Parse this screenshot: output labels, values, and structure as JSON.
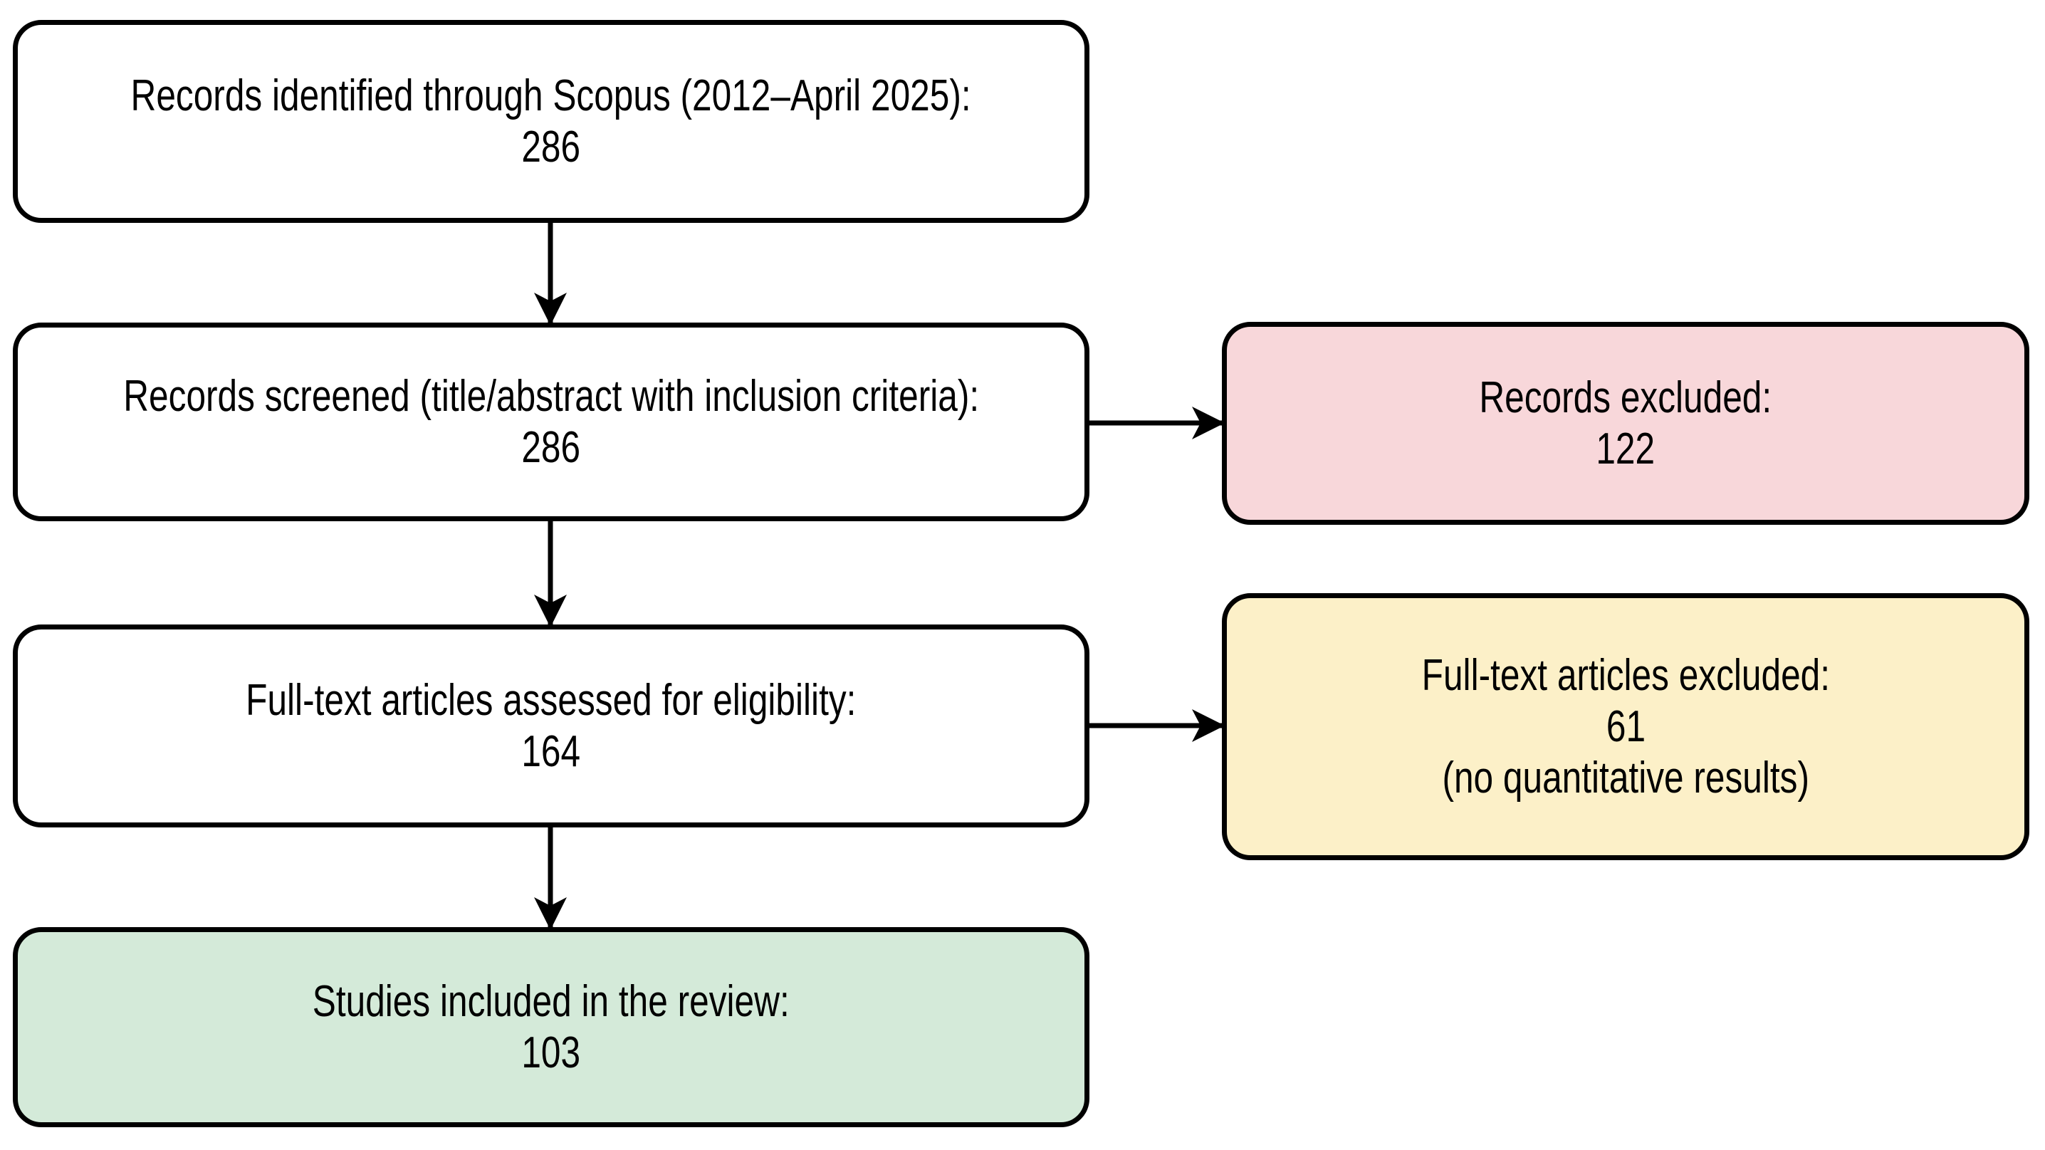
{
  "diagram": {
    "type": "flowchart",
    "background": "#ffffff",
    "border_color": "#000000",
    "arrow_color": "#000000",
    "boxes": [
      {
        "id": "identified",
        "label": "Records identified through Scopus (2012–April 2025):",
        "count": "286",
        "fill": "#ffffff"
      },
      {
        "id": "screened",
        "label": "Records screened (title/abstract with inclusion criteria):",
        "count": "286",
        "fill": "#ffffff"
      },
      {
        "id": "records-excluded",
        "label": "Records excluded:",
        "count": "122",
        "fill": "#f8d7da"
      },
      {
        "id": "fulltext-assessed",
        "label": "Full-text articles assessed for eligibility:",
        "count": "164",
        "fill": "#ffffff"
      },
      {
        "id": "fulltext-excluded",
        "label": "Full-text articles excluded:",
        "count": "61",
        "note": "(no quantitative results)",
        "fill": "#fcf0c8"
      },
      {
        "id": "included",
        "label": "Studies included in the review:",
        "count": "103",
        "fill": "#d4ead9"
      }
    ],
    "edges": [
      {
        "from": "identified",
        "to": "screened"
      },
      {
        "from": "screened",
        "to": "records-excluded"
      },
      {
        "from": "screened",
        "to": "fulltext-assessed"
      },
      {
        "from": "fulltext-assessed",
        "to": "fulltext-excluded"
      },
      {
        "from": "fulltext-assessed",
        "to": "included"
      }
    ]
  }
}
